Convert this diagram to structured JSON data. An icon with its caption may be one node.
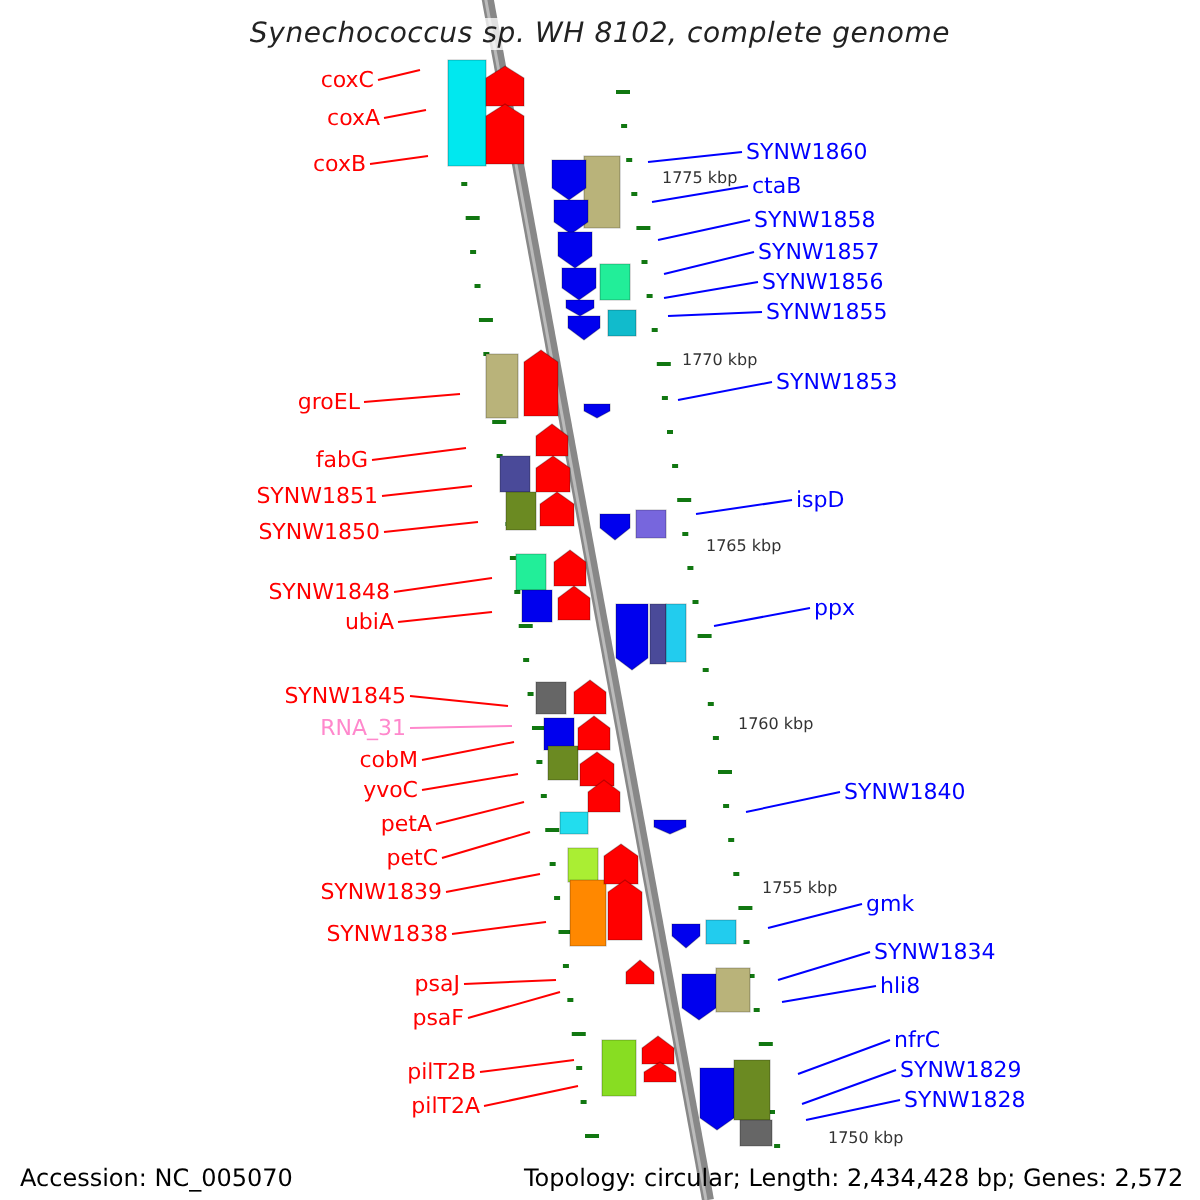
{
  "diagram": {
    "title": "Synechococcus sp. WH 8102, complete genome",
    "nodes": [
      {
        "text": [
          "coxC"
        ]
      },
      {
        "text": [
          "coxA"
        ]
      },
      {
        "text": [
          "coxB"
        ]
      },
      {
        "text": [
          "groEL"
        ]
      },
      {
        "text": [
          "fabG"
        ]
      },
      {
        "text": [
          "SYNW1851"
        ]
      },
      {
        "text": [
          "SYNW1850"
        ]
      },
      {
        "text": [
          "SYNW1848"
        ]
      },
      {
        "text": [
          "ubiA"
        ]
      },
      {
        "text": [
          "SYNW1845"
        ]
      },
      {
        "text": [
          "RNA_31"
        ]
      },
      {
        "text": [
          "cobM"
        ]
      },
      {
        "text": [
          "yvoC"
        ]
      },
      {
        "text": [
          "petA"
        ]
      },
      {
        "text": [
          "petC"
        ]
      },
      {
        "text": [
          "SYNW1839"
        ]
      },
      {
        "text": [
          "SYNW1838"
        ]
      },
      {
        "text": [
          "psaJ"
        ]
      },
      {
        "text": [
          "psaF"
        ]
      },
      {
        "text": [
          "pilT2B"
        ]
      },
      {
        "text": [
          "pilT2A"
        ]
      },
      {
        "text": [
          "SYNW1860"
        ]
      },
      {
        "text": [
          "ctaB"
        ]
      },
      {
        "text": [
          "SYNW1858"
        ]
      },
      {
        "text": [
          "SYNW1857"
        ]
      },
      {
        "text": [
          "SYNW1856"
        ]
      },
      {
        "text": [
          "SYNW1855"
        ]
      },
      {
        "text": [
          "SYNW1853"
        ]
      },
      {
        "text": [
          "ispD"
        ]
      },
      {
        "text": [
          "ppx"
        ]
      },
      {
        "text": [
          "SYNW1840"
        ]
      },
      {
        "text": [
          "gmk"
        ]
      },
      {
        "text": [
          "SYNW1834"
        ]
      },
      {
        "text": [
          "hli8"
        ]
      },
      {
        "text": [
          "nfrC"
        ]
      },
      {
        "text": [
          "SYNW1829"
        ]
      },
      {
        "text": [
          "SYNW1828"
        ]
      }
    ],
    "edges": [
      {
        "from": 0,
        "to": null,
        "arrow": "none"
      },
      {
        "from": 1,
        "to": null,
        "arrow": "none"
      },
      {
        "from": 2,
        "to": null,
        "arrow": "none"
      },
      {
        "from": 3,
        "to": null,
        "arrow": "none"
      },
      {
        "from": 4,
        "to": null,
        "arrow": "none"
      },
      {
        "from": 5,
        "to": null,
        "arrow": "none"
      },
      {
        "from": 6,
        "to": null,
        "arrow": "none"
      },
      {
        "from": 7,
        "to": null,
        "arrow": "none"
      },
      {
        "from": 8,
        "to": null,
        "arrow": "none"
      },
      {
        "from": 9,
        "to": null,
        "arrow": "none"
      },
      {
        "from": 10,
        "to": null,
        "arrow": "none",
        "color": "#ff88cc"
      },
      {
        "from": 11,
        "to": null,
        "arrow": "none"
      },
      {
        "from": 12,
        "to": null,
        "arrow": "none"
      },
      {
        "from": 13,
        "to": null,
        "arrow": "none"
      },
      {
        "from": 14,
        "to": null,
        "arrow": "none"
      },
      {
        "from": 15,
        "to": null,
        "arrow": "none"
      },
      {
        "from": 16,
        "to": null,
        "arrow": "none"
      },
      {
        "from": 17,
        "to": null,
        "arrow": "none"
      },
      {
        "from": 18,
        "to": null,
        "arrow": "none"
      },
      {
        "from": 19,
        "to": null,
        "arrow": "none"
      },
      {
        "from": 20,
        "to": null,
        "arrow": "none"
      },
      {
        "from": 21,
        "to": null,
        "arrow": "none",
        "color": "#0000ff"
      },
      {
        "from": 22,
        "to": null,
        "arrow": "none",
        "color": "#0000ff"
      },
      {
        "from": 23,
        "to": null,
        "arrow": "none",
        "color": "#0000ff"
      },
      {
        "from": 24,
        "to": null,
        "arrow": "none",
        "color": "#0000ff"
      },
      {
        "from": 25,
        "to": null,
        "arrow": "none",
        "color": "#0000ff"
      },
      {
        "from": 26,
        "to": null,
        "arrow": "none",
        "color": "#0000ff"
      },
      {
        "from": 27,
        "to": null,
        "arrow": "none",
        "color": "#0000ff"
      },
      {
        "from": 28,
        "to": null,
        "arrow": "none",
        "color": "#0000ff"
      },
      {
        "from": 29,
        "to": null,
        "arrow": "none",
        "color": "#0000ff"
      },
      {
        "from": 30,
        "to": null,
        "arrow": "none",
        "color": "#0000ff"
      },
      {
        "from": 31,
        "to": null,
        "arrow": "none",
        "color": "#0000ff"
      },
      {
        "from": 32,
        "to": null,
        "arrow": "none",
        "color": "#0000ff"
      },
      {
        "from": 33,
        "to": null,
        "arrow": "none",
        "color": "#0000ff"
      },
      {
        "from": 34,
        "to": null,
        "arrow": "none",
        "color": "#0000ff"
      },
      {
        "from": 35,
        "to": null,
        "arrow": "none",
        "color": "#0000ff"
      },
      {
        "from": 36,
        "to": null,
        "arrow": "none",
        "color": "#0000ff"
      }
    ],
    "labels": [
      "1775 kbp",
      "1770 kbp",
      "1765 kbp",
      "1760 kbp",
      "1755 kbp",
      "1750 kbp",
      "Accession: NC_005070",
      "Topology: circular; Length: 2,434,428 bp; Genes: 2,572"
    ]
  }
}
